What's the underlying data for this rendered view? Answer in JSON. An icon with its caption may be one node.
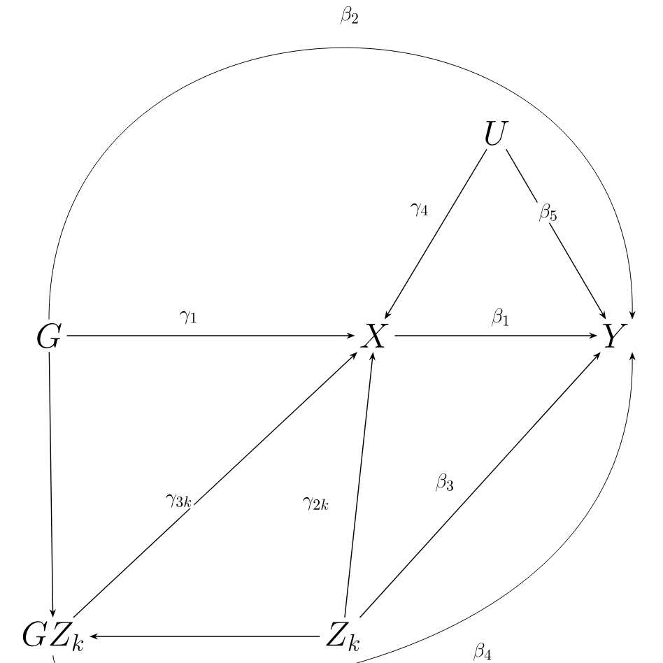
{
  "diagram": {
    "nodes": [
      {
        "text": [
          "U"
        ]
      },
      {
        "text": [
          "G"
        ]
      },
      {
        "text": [
          "X"
        ]
      },
      {
        "text": [
          "Y"
        ]
      },
      {
        "text": [
          "GZ_k"
        ]
      },
      {
        "text": [
          "Z_k"
        ]
      }
    ],
    "edges": [
      {
        "from": 1,
        "to": 3,
        "arrow": "to",
        "label": "\\beta_2"
      },
      {
        "from": 0,
        "to": 2,
        "arrow": "to",
        "label": "\\gamma_4"
      },
      {
        "from": 0,
        "to": 3,
        "arrow": "to",
        "label": "\\beta_5"
      },
      {
        "from": 1,
        "to": 2,
        "arrow": "to",
        "label": "\\gamma_1"
      },
      {
        "from": 2,
        "to": 3,
        "arrow": "to",
        "label": "\\beta_1"
      },
      {
        "from": 1,
        "to": 4,
        "arrow": "to"
      },
      {
        "from": 4,
        "to": 2,
        "arrow": "to",
        "label": "\\gamma_{3k}"
      },
      {
        "from": 5,
        "to": 2,
        "arrow": "to",
        "label": "\\gamma_{2k}"
      },
      {
        "from": 5,
        "to": 3,
        "arrow": "to",
        "label": "\\beta_3"
      },
      {
        "from": 5,
        "to": 4,
        "arrow": "to"
      },
      {
        "from": 4,
        "to": 3,
        "arrow": "to",
        "label": "\\beta_4"
      }
    ]
  }
}
